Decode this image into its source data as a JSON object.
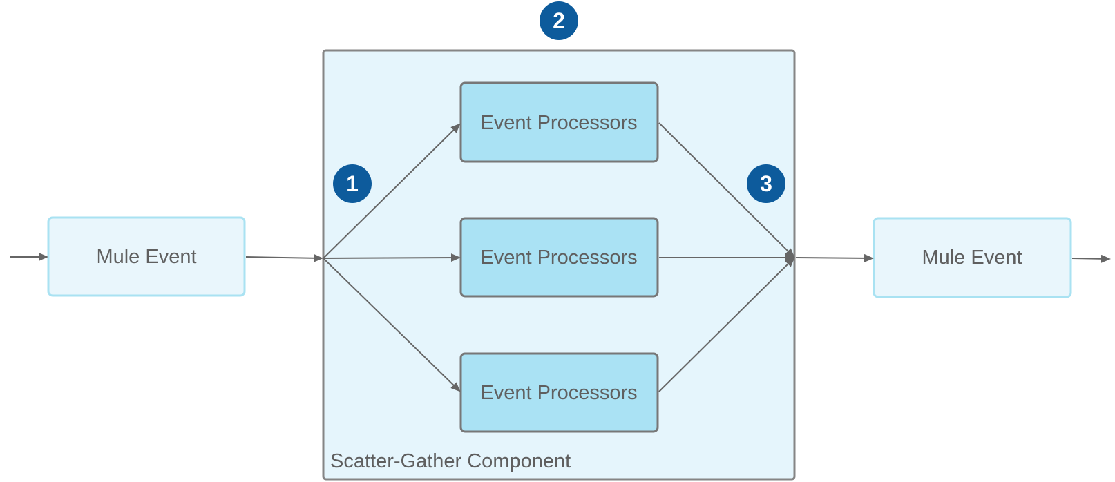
{
  "diagram": {
    "input_event": {
      "label": "Mule Event"
    },
    "output_event": {
      "label": "Mule Event"
    },
    "component": {
      "label": "Scatter-Gather Component"
    },
    "processors": [
      {
        "label": "Event Processors"
      },
      {
        "label": "Event Processors"
      },
      {
        "label": "Event Processors"
      }
    ],
    "markers": [
      {
        "label": "1"
      },
      {
        "label": "2"
      },
      {
        "label": "3"
      }
    ],
    "colors": {
      "line": "#666666",
      "text": "#5f5f5f",
      "event_fill": "#e9f6fc",
      "event_border": "#a9e2f2",
      "component_fill": "#e5f5fc",
      "component_border": "#858585",
      "processor_fill": "#aae2f4",
      "processor_border": "#777777",
      "marker_fill": "#0d5b9c",
      "marker_text": "#ffffff"
    },
    "icons": [
      "arrowhead"
    ]
  }
}
